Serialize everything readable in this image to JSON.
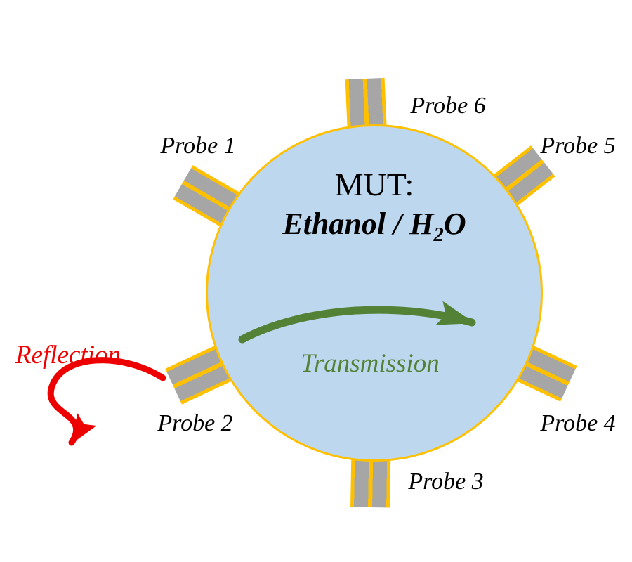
{
  "diagram": {
    "mut": {
      "line1": "MUT:",
      "line2_pre": "Ethanol / H",
      "line2_sub": "2",
      "line2_post": "O"
    },
    "probes": [
      {
        "label": "Probe 1"
      },
      {
        "label": "Probe 2"
      },
      {
        "label": "Probe 3"
      },
      {
        "label": "Probe 4"
      },
      {
        "label": "Probe 5"
      },
      {
        "label": "Probe 6"
      }
    ],
    "annotations": {
      "transmission": "Transmission",
      "reflection": "Reflection"
    },
    "colors": {
      "vessel_fill": "#bdd7ee",
      "vessel_border": "#ffc000",
      "probe_body": "#a6a6a6",
      "probe_stripe": "#ffc000",
      "transmission_green": "#538135",
      "reflection_red": "#ed0000",
      "text": "#000000",
      "background": "#ffffff"
    }
  }
}
